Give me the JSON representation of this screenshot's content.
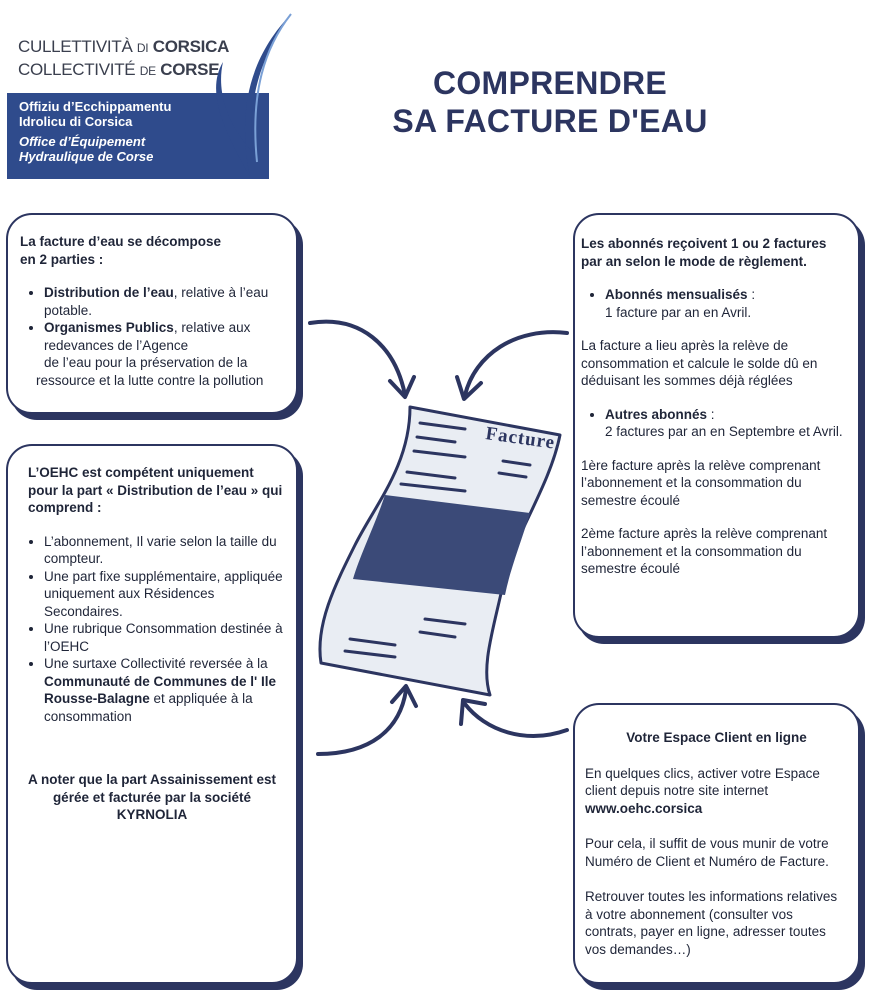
{
  "logo": {
    "line1_a": "CULLETTIVITÀ",
    "line1_b": "DI",
    "line1_c": "CORSICA",
    "line2_a": "COLLECTIVITÉ",
    "line2_b": "DE",
    "line2_c": "CORSE",
    "band_line1": "Offiziu d’Ecchippamentu",
    "band_line2": "Idrolicu di Corsica",
    "band_line3": "Office d’Équipement",
    "band_line4": "Hydraulique de Corse"
  },
  "title": {
    "line1": "COMPRENDRE",
    "line2": "SA FACTURE D'EAU"
  },
  "box_parts": {
    "heading1": "La facture d’eau se décompose",
    "heading2": "en 2 parties :",
    "item1_bold": "Distribution de l’eau",
    "item1_rest": ", relative à l’eau potable.",
    "item2_bold": "Organismes Publics",
    "item2_rest": ", relative aux redevances de l’Agence",
    "item2_line2": "de l’eau pour la préservation de  la",
    "item2_line3": "ressource et la lutte contre la pollution"
  },
  "box_oehc": {
    "heading": "L’OEHC est compétent uniquement pour la part « Distribution de l’eau » qui comprend :",
    "item1": "L’abonnement, Il varie selon la taille du compteur.",
    "item2": "Une part fixe supplémentaire, appliquée uniquement aux Résidences Secondaires.",
    "item3": "Une rubrique Consommation destinée à l’OEHC",
    "item4_a": "Une surtaxe Collectivité reversée à la ",
    "item4_bold": "Communauté de Communes de l' Ile Rousse-Balagne",
    "item4_b": " et appliquée à la consommation",
    "note": "A noter que la part Assainissement est gérée et facturée par la société KYRNOLIA"
  },
  "box_abonnes": {
    "heading": "Les abonnés reçoivent 1 ou 2 factures par an selon le mode de règlement.",
    "item1_bold": "Abonnés mensualisés",
    "item1_colon": " :",
    "item1_sub": "1 facture par an en Avril.",
    "para1": "La facture a lieu après la relève de consommation et calcule le solde dû en déduisant les sommes déjà réglées",
    "item2_bold": "Autres abonnés",
    "item2_colon": " :",
    "item2_sub": "2 factures par an en Septembre et Avril.",
    "para2": "1ère facture après la relève comprenant l’abonnement et la consommation du semestre écoulé",
    "para3": "2ème facture après la relève comprenant l’abonnement et la consommation du semestre écoulé"
  },
  "box_espace": {
    "heading": "Votre Espace Client en ligne",
    "para1": "En quelques clics, activer votre Espace client depuis notre site internet",
    "website": "www.oehc.corsica",
    "para2": "Pour cela, il suffit de vous munir de votre Numéro de  Client et Numéro de Facture.",
    "para3": "Retrouver toutes les informations relatives à votre abonnement (consulter vos contrats, payer en ligne, adresser toutes vos demandes…)"
  },
  "invoice": {
    "label": "Facture"
  },
  "colors": {
    "navy": "#2c3560",
    "brand_blue": "#2f4b8c",
    "invoice_bg": "#e9edf3",
    "block": "#3b4a78"
  }
}
